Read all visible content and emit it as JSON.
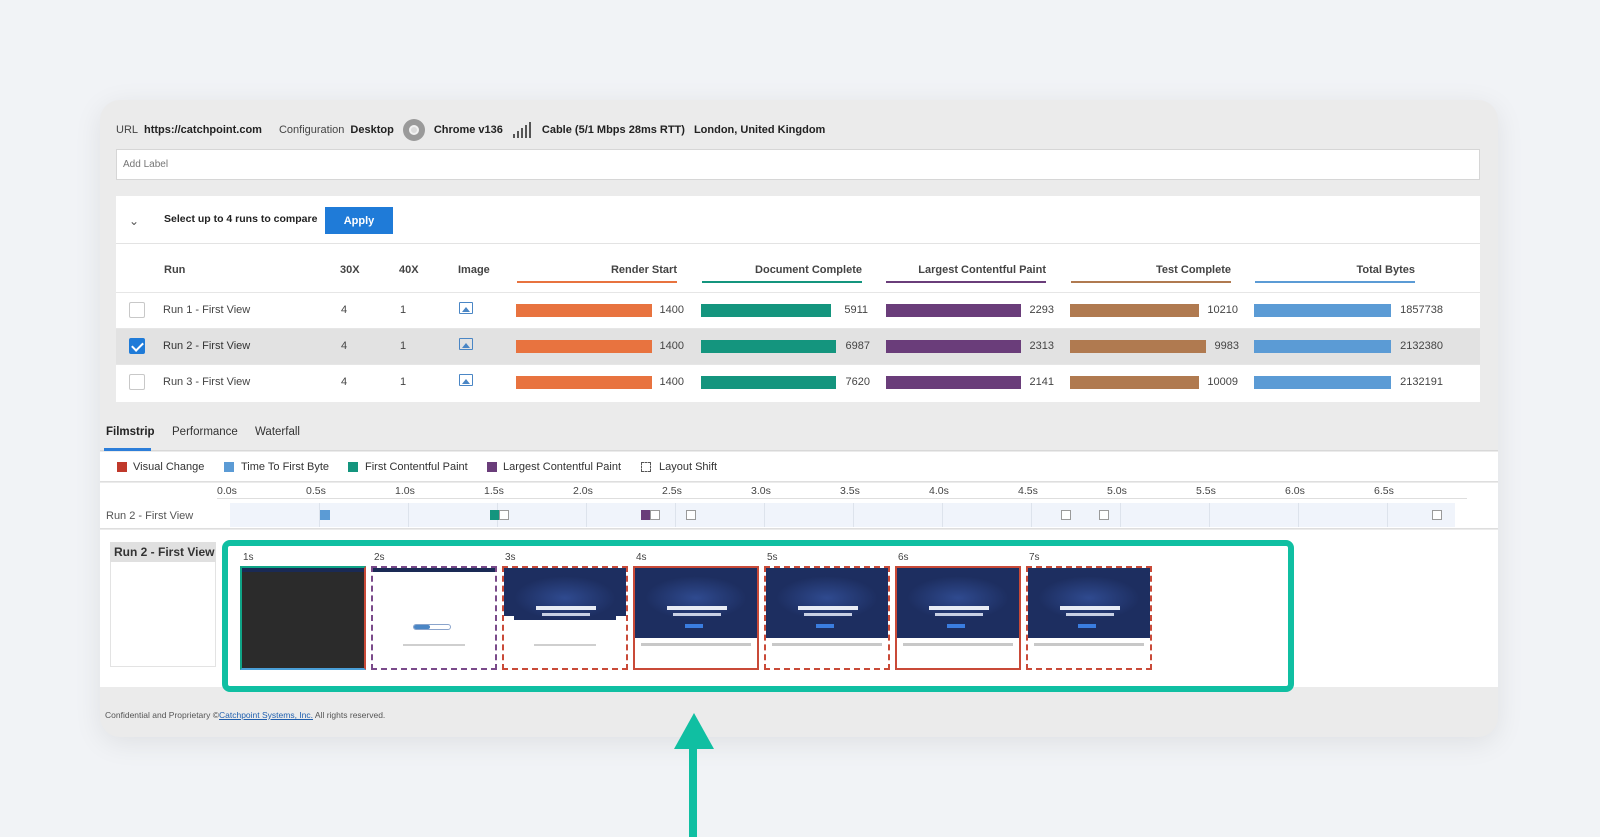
{
  "info": {
    "url_label": "URL",
    "url_value": "https://catchpoint.com",
    "config_label": "Configuration",
    "config_value": "Desktop",
    "browser": "Chrome v136",
    "browser_icon": "chrome-icon",
    "signal_icon": "signal-icon",
    "connection": "Cable (5/1 Mbps 28ms RTT)",
    "location": "London, United Kingdom"
  },
  "label_input": {
    "placeholder": "Add Label",
    "value": ""
  },
  "compare": {
    "prompt": "Select up to 4 runs to compare",
    "apply_label": "Apply",
    "columns": {
      "run": "Run",
      "c30x": "30X",
      "c40x": "40X",
      "image": "Image",
      "render_start": "Render Start",
      "document_complete": "Document Complete",
      "lcp": "Largest Contentful Paint",
      "test_complete": "Test Complete",
      "total_bytes": "Total Bytes"
    },
    "rows": [
      {
        "name": "Run 1 - First View",
        "checked": false,
        "c30x": "4",
        "c40x": "1",
        "render_start": "1400",
        "document_complete": "5911",
        "lcp": "2293",
        "test_complete": "10210",
        "total_bytes": "1857738"
      },
      {
        "name": "Run 2 - First View",
        "checked": true,
        "c30x": "4",
        "c40x": "1",
        "render_start": "1400",
        "document_complete": "6987",
        "lcp": "2313",
        "test_complete": "9983",
        "total_bytes": "2132380"
      },
      {
        "name": "Run 3 - First View",
        "checked": false,
        "c30x": "4",
        "c40x": "1",
        "render_start": "1400",
        "document_complete": "7620",
        "lcp": "2141",
        "test_complete": "10009",
        "total_bytes": "2132191"
      }
    ]
  },
  "colors": {
    "render_start": "#e8733f",
    "document_complete": "#14957e",
    "lcp": "#6a3d7a",
    "test_complete": "#b07a50",
    "total_bytes": "#5b9bd5",
    "visual_change": "#c0392b",
    "ttfb": "#5b9bd5",
    "fcp": "#14957e",
    "highlight": "#10bfa2",
    "accent": "#1f7bd8"
  },
  "tabs": [
    "Filmstrip",
    "Performance",
    "Waterfall"
  ],
  "legend": [
    "Visual Change",
    "Time To First Byte",
    "First Contentful Paint",
    "Largest Contentful Paint",
    "Layout Shift"
  ],
  "timeline": {
    "row_label": "Run 2 - First View",
    "ticks": [
      "0.0s",
      "0.5s",
      "1.0s",
      "1.5s",
      "2.0s",
      "2.5s",
      "3.0s",
      "3.5s",
      "4.0s",
      "4.5s",
      "5.0s",
      "5.5s",
      "6.0s",
      "6.5s"
    ]
  },
  "filmstrip": {
    "title": "Run 2 - First View",
    "frames": [
      "1s",
      "2s",
      "3s",
      "4s",
      "5s",
      "6s",
      "7s"
    ]
  },
  "footer": {
    "prefix": "Confidential and Proprietary ©",
    "link": "Catchpoint Systems, Inc.",
    "suffix": " All rights reserved."
  }
}
